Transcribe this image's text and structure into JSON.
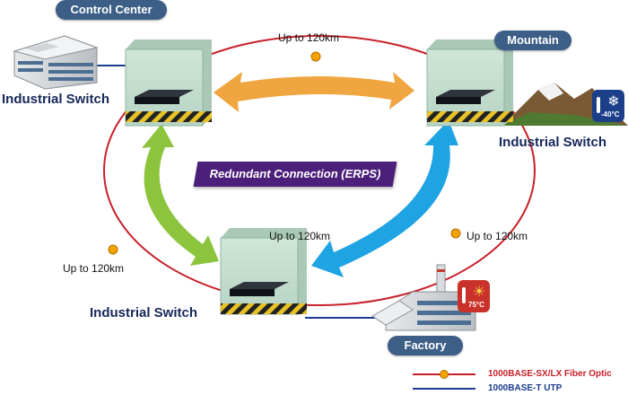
{
  "sites": {
    "control_center": "Control Center",
    "mountain": "Mountain",
    "factory": "Factory"
  },
  "switches": {
    "top_left": "Industrial Switch",
    "top_right": "Industrial Switch",
    "bottom": "Industrial Switch"
  },
  "distances": {
    "top": "Up to 120km",
    "right": "Up to 120km",
    "bottom": "Up to 120km",
    "left": "Up to 120km"
  },
  "center_label": "Redundant Connection (ERPS)",
  "badges": {
    "cold": "-40°C",
    "hot": "75°C"
  },
  "legend": {
    "fiber": "1000BASE-SX/LX Fiber Optic",
    "utp": "1000BASE-T UTP"
  },
  "colors": {
    "fiber": "#c8202a",
    "utp": "#1c3d8f",
    "arrow_orange": "#f0a640",
    "arrow_green": "#8cc43d",
    "arrow_blue": "#1ea3e3",
    "label_purple": "#4b1f7a",
    "pill_blue": "#3d5f87"
  }
}
